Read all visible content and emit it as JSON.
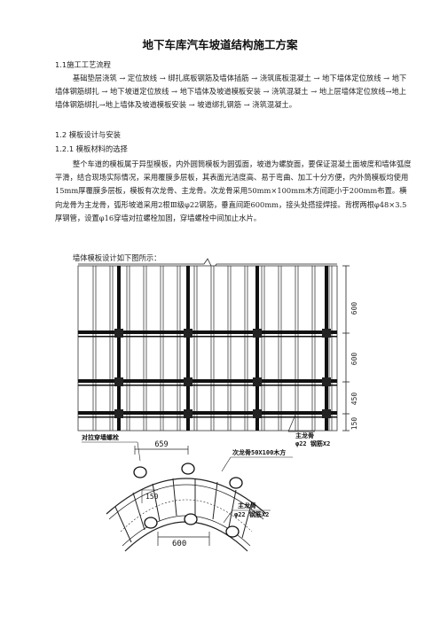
{
  "title": "地下车库汽车坡道结构施工方案",
  "sections": {
    "s1_heading": "1.1施工工艺流程",
    "s1_body": "基础垫层浇筑 → 定位放线 → 绑扎底板钢筋及墙体插筋 → 浇筑底板混凝土 → 地下墙体定位放线 → 地下墙体钢筋绑扎 → 地下坡道定位放线 → 地下墙体及坡道模板安装 → 浇筑混凝土 → 地上层墙体定位放线→地上墙体钢筋绑扎→地上墙体及坡道模板安装 → 坡道绑扎钢筋 → 浇筑混凝土。",
    "s2_heading": "1.2 模板设计与安装",
    "s21_heading": "1.2.1 模板材料的选择",
    "s21_body": "整个车道的模板属于异型模板，内外圆筒模板为圆弧面，坡道为螺旋面，要保证混凝土面坡度和墙体弧度平滑，结合现场实际情况，采用覆膜多层板，其表面光洁度高、易于弯曲、加工十分方便，内外筒模板均使用15mm厚覆膜多层板，模板有次龙骨、主龙骨。次龙骨采用50mm×100mm木方间距小于200mm布置。横向龙骨为主龙骨，弧形坡道采用2根Ⅲ级φ22钢筋，垂直间距600mm，接头处搭接焊接。背楞两根φ48×3.5厚钢管，设置φ16穿墙对拉螺栓加固，穿墙螺栓中间加止水片。",
    "s21_caption": "墙体模板设计如下图所示："
  },
  "diagram": {
    "dims_right": [
      "600",
      "600",
      "450",
      "150"
    ],
    "labels": {
      "tie_bolt": "对拉穿墙螺栓",
      "main_keel_top": "主龙骨",
      "main_keel_top_spec": "φ22 钢筋X2",
      "dim_659": "659",
      "secondary_keel": "次龙骨50X100木方",
      "dim_150": "150",
      "main_keel_bottom": "主龙骨",
      "main_keel_bottom_spec": "φ22 钢筋X2",
      "dim_600": "600"
    }
  }
}
